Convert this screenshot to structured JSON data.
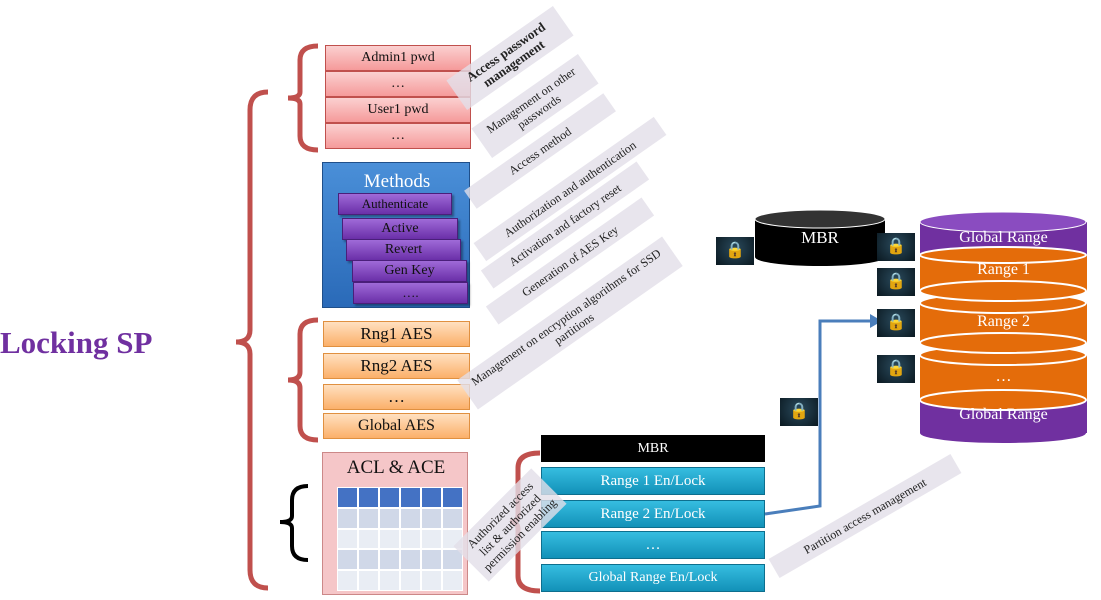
{
  "title": "Locking SP",
  "passwords": [
    "Admin1 pwd",
    "…",
    "User1 pwd",
    "…"
  ],
  "methods": {
    "title": "Methods",
    "items": [
      "Authenticate",
      "Active",
      "Revert",
      "Gen Key",
      "…."
    ]
  },
  "aes": [
    "Rng1 AES",
    "Rng2 AES",
    "…",
    "Global AES"
  ],
  "acl": {
    "title": "ACL & ACE"
  },
  "ranges_table": {
    "mbr": "MBR",
    "rows": [
      "Range 1 En/Lock",
      "Range 2 En/Lock",
      "…",
      "Global Range En/Lock"
    ]
  },
  "disk": {
    "mbr": "MBR",
    "layers": [
      "Global Range",
      "Range 1",
      "Range 2",
      "…",
      "Global Range"
    ]
  },
  "annotations": {
    "access_password": "Access password management",
    "other_passwords": "Management on other passwords",
    "access_method": "Access method",
    "authz": "Authorization and authentication",
    "activation": "Activation and factory reset",
    "aes_key": "Generation of AES Key",
    "encryption": "Management on encryption algorithms for SSD partitions",
    "acl": "Authorized access list & authorized permission enabling",
    "partition": "Partition access management"
  },
  "icons": {
    "lock": "lock-icon"
  },
  "colors": {
    "title": "#7030a0",
    "bracket": "#c0504d",
    "methods": "#3a7dc9",
    "method_items": "#7f45c0",
    "aes": "#fbb06a",
    "range": "#1aa3c8",
    "disk_purple": "#7030a0",
    "disk_orange": "#e46c0a",
    "arrow": "#4a7ebb"
  }
}
